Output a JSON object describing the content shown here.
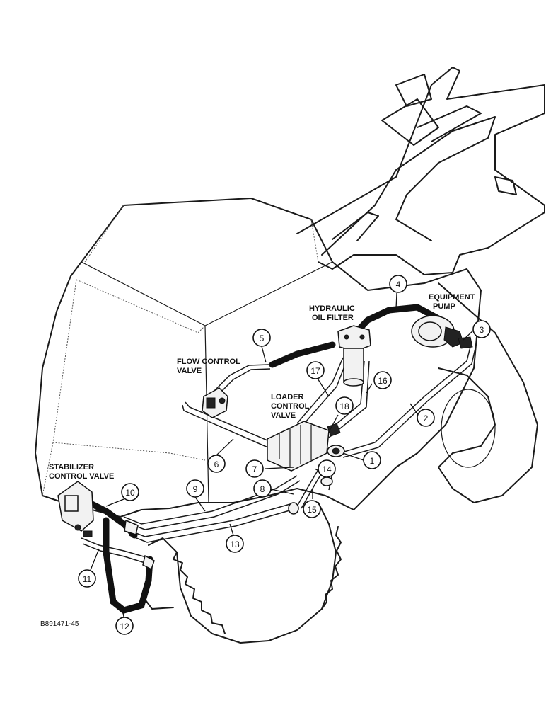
{
  "labels": {
    "equipment_pump": [
      "EQUIPMENT",
      "PUMP"
    ],
    "hydraulic_oil_filter": [
      "HYDRAULIC",
      "OIL FILTER"
    ],
    "flow_control_valve": [
      "FLOW CONTROL",
      "VALVE"
    ],
    "loader_control_valve": [
      "LOADER",
      "CONTROL",
      "VALVE"
    ],
    "stabilizer_control_valve": [
      "STABILIZER",
      "CONTROL VALVE"
    ]
  },
  "callouts": [
    "1",
    "2",
    "3",
    "4",
    "5",
    "6",
    "7",
    "8",
    "9",
    "10",
    "11",
    "12",
    "13",
    "14",
    "15",
    "16",
    "17",
    "18"
  ],
  "figure_code": "B891471-45"
}
